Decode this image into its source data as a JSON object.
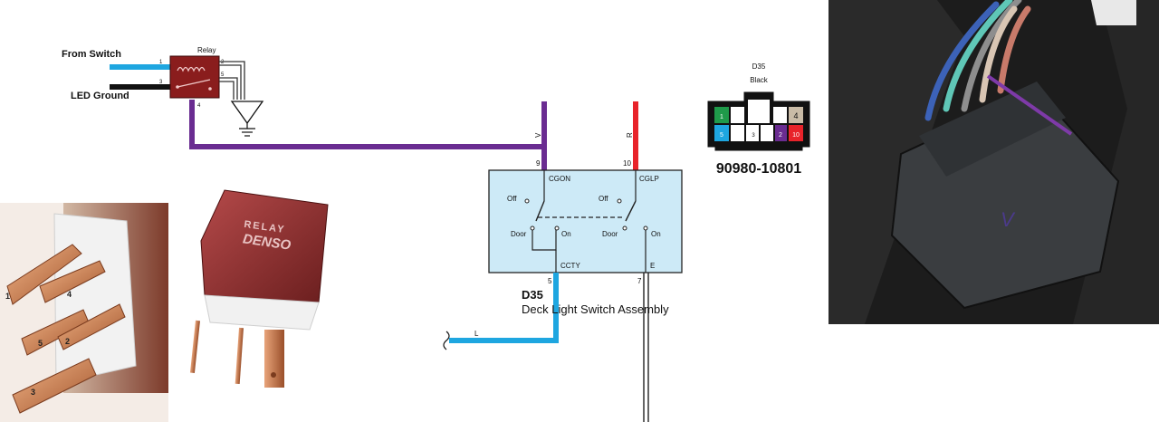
{
  "relay_schematic": {
    "from_switch_label": "From Switch",
    "led_ground_label": "LED Ground",
    "relay_label": "Relay",
    "pins": {
      "p1": "1",
      "p3": "3",
      "p2": "2",
      "p5": "5",
      "p4": "4"
    }
  },
  "switch_assembly": {
    "top_wire_left_code": "V",
    "top_wire_right_code": "R",
    "pin_left_top": "9",
    "pin_right_top": "10",
    "terminal_cgon": "CGON",
    "terminal_cglp": "CGLP",
    "off_left": "Off",
    "off_right": "Off",
    "door_left": "Door",
    "on_left": "On",
    "door_right": "Door",
    "on_right": "On",
    "terminal_ccty": "CCTY",
    "terminal_e": "E",
    "pin_bottom_left": "5",
    "pin_bottom_right": "7",
    "assembly_code": "D35",
    "assembly_name": "Deck Light Switch Assembly",
    "bottom_wire_code": "L",
    "colors": {
      "violet": "#6a2c91",
      "red": "#e8232a",
      "light_blue": "#1ea6e0",
      "switch_fill": "#cdeaf7"
    }
  },
  "connector": {
    "code": "D35",
    "color_label": "Black",
    "pin_labels": {
      "p1": "1",
      "p2": "2",
      "p3": "3",
      "p4": "4",
      "p5": "5",
      "p10": "10"
    },
    "part_number": "90980-10801"
  },
  "relay_photo": {
    "pin_labels": {
      "p1": "1",
      "p4": "4",
      "p5": "5",
      "p2": "2",
      "p3": "3"
    }
  },
  "denso_photo": {
    "brand_line1": "RELAY",
    "brand_line2": "DENSO"
  },
  "connector_photo": {
    "marking": "V"
  }
}
